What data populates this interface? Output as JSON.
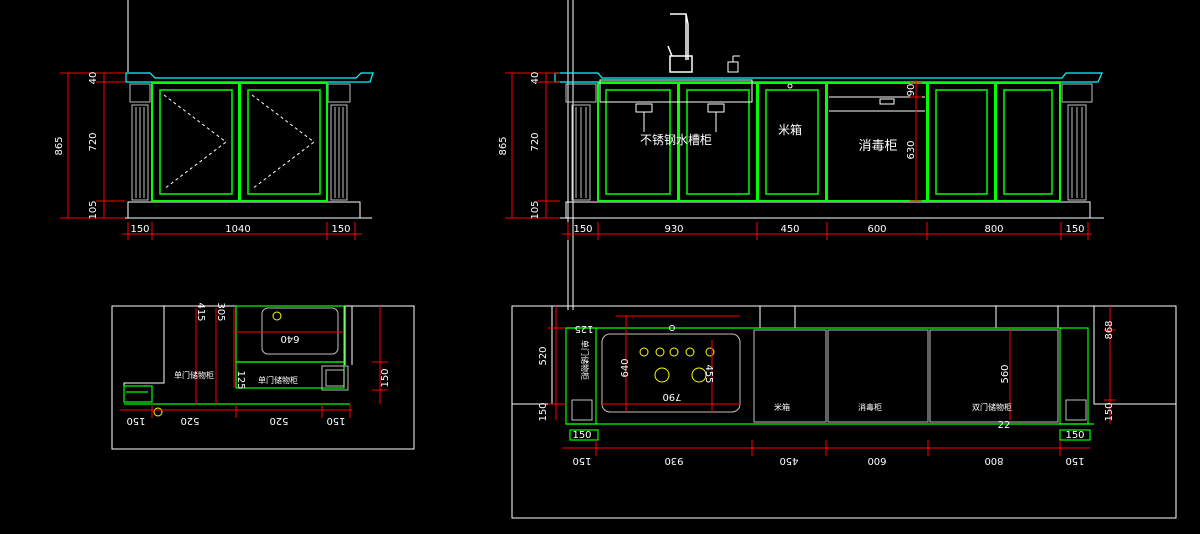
{
  "colors": {
    "background": "#000000",
    "cabinet_line": "#00ff00",
    "frame_line": "#ffffff",
    "dimension_line": "#ff0000",
    "countertop_line": "#00ffff",
    "fixture_line": "#ffff00",
    "trim_line": "#c0c0c0"
  },
  "left_elevation": {
    "vertical_dims": [
      "40",
      "720",
      "105"
    ],
    "overall_height": "865",
    "horizontal_dims": [
      "150",
      "1040",
      "150"
    ]
  },
  "right_elevation": {
    "vertical_dims": [
      "40",
      "720",
      "105"
    ],
    "overall_height": "865",
    "horizontal_dims": [
      "150",
      "930",
      "450",
      "600",
      "800",
      "150"
    ],
    "label_sink_cabinet": "不锈钢水槽柜",
    "label_rice_box": "米箱",
    "label_sterilizer": "消毒柜",
    "dim_sterilizer_top": "90",
    "dim_sterilizer_body": "630"
  },
  "left_plan": {
    "dim_415": "415",
    "dim_305": "305",
    "dim_640": "640",
    "dim_125": "125",
    "dim_150_right": "150",
    "label_single_door": "单门储物柜",
    "label_single_door_2": "单门储物柜",
    "bottom_dims": [
      "150",
      "520",
      "520",
      "150"
    ]
  },
  "right_plan": {
    "dim_125": "125",
    "dim_520": "520",
    "dim_150_left": "150",
    "dim_640": "640",
    "dim_790": "790",
    "dim_455": "455",
    "dim_560": "560",
    "dim_868": "868",
    "dim_150_right": "150",
    "dim_22": "22",
    "label_door_cabinet": "单门储物柜",
    "label_rice_box": "米箱",
    "label_sterilizer": "消毒柜",
    "label_double_door": "双门储物柜",
    "corner_left": "150",
    "corner_right": "150",
    "bottom_dims": [
      "150",
      "930",
      "450",
      "600",
      "800",
      "150"
    ]
  }
}
